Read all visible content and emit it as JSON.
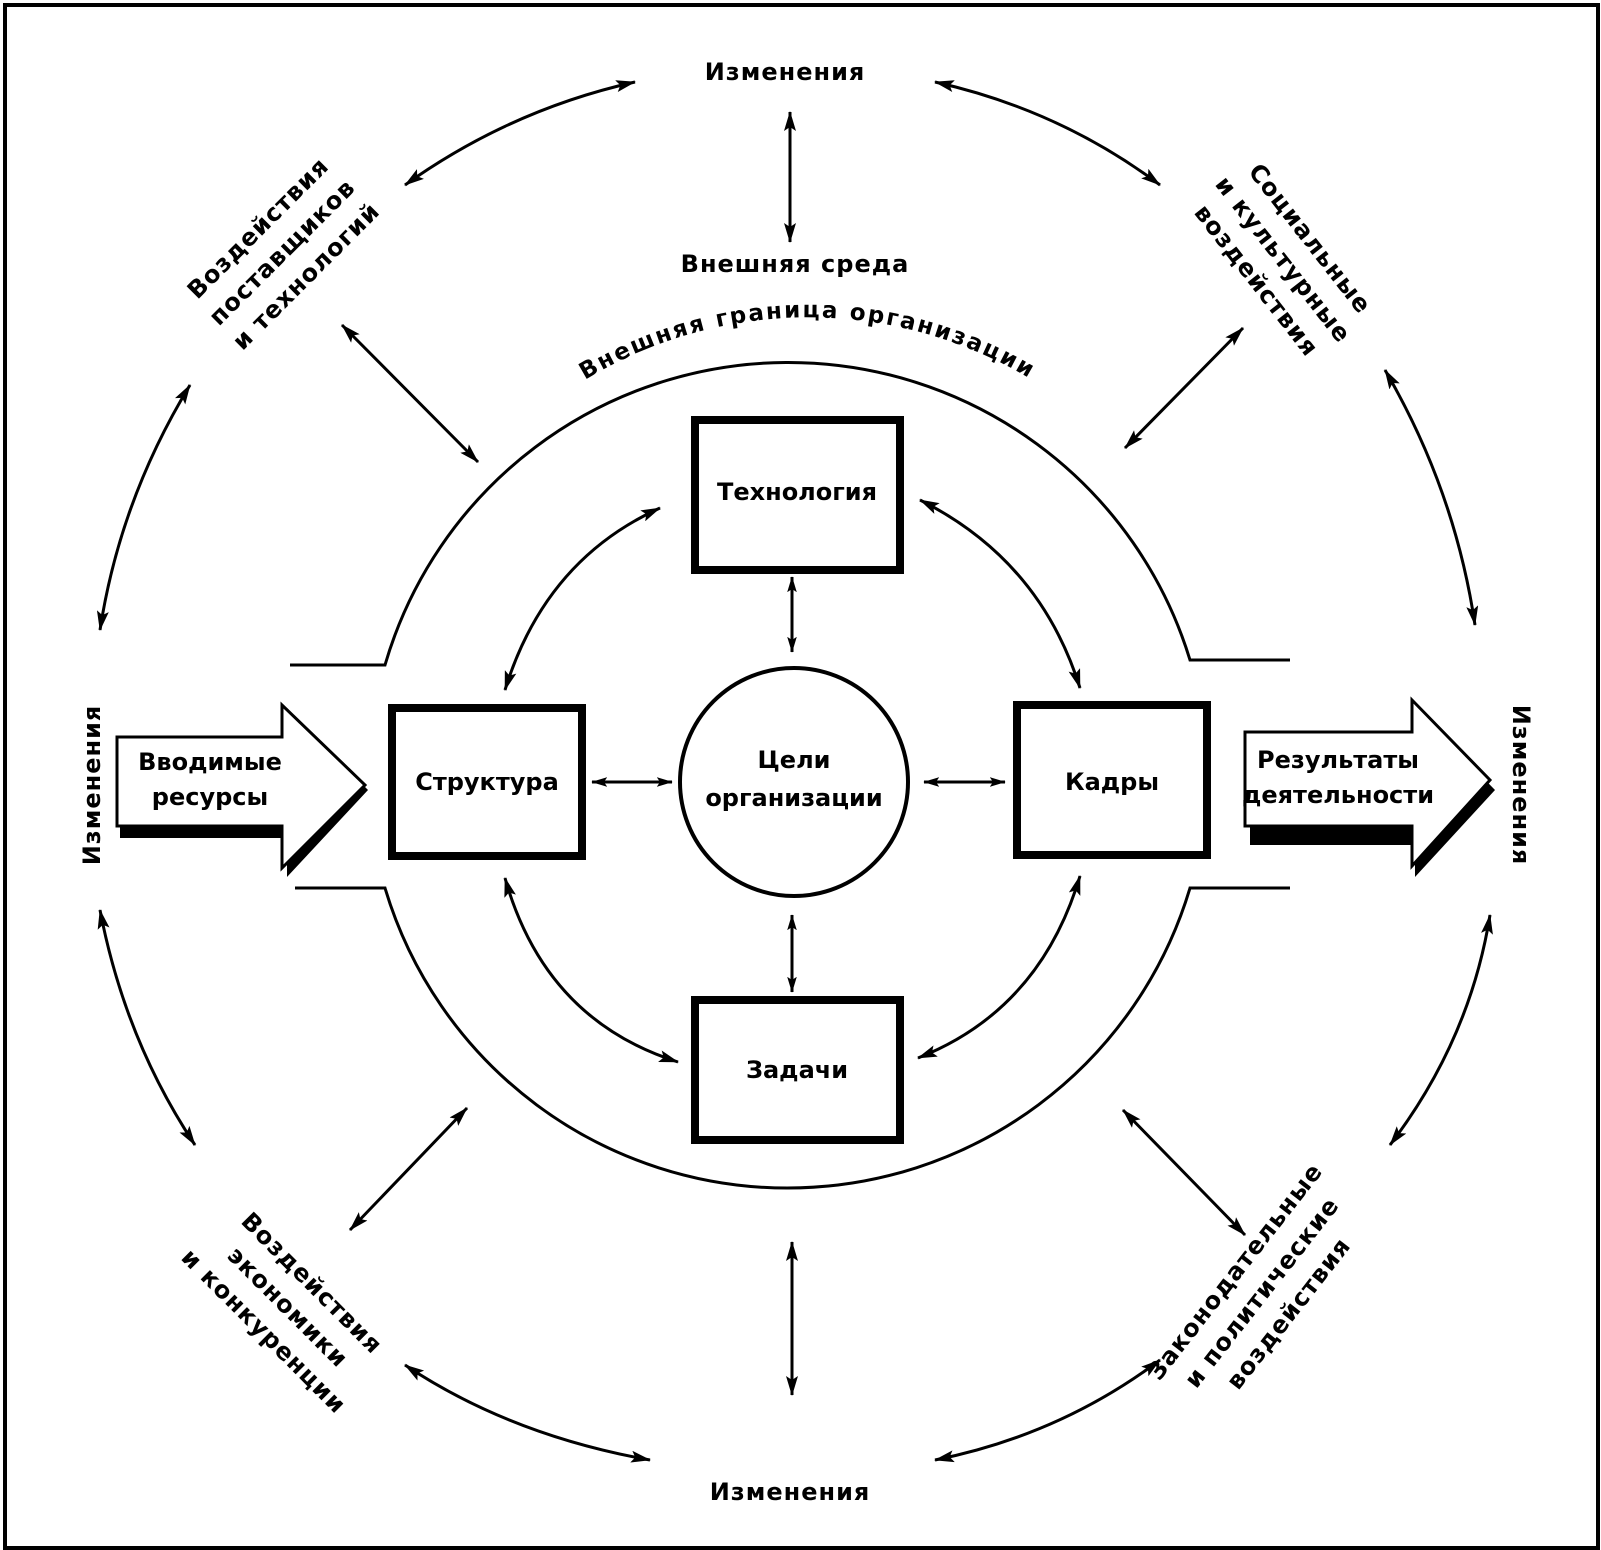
{
  "diagram": {
    "colors": {
      "ink": "#000000",
      "paper": "#ffffff"
    },
    "external": {
      "changes_top": "Изменения",
      "changes_bottom": "Изменения",
      "changes_left": "Изменения",
      "changes_right": "Изменения",
      "environment": "Внешняя среда",
      "boundary": "Внешняя граница организации",
      "influences": {
        "top_left": [
          "Воздействия",
          "поставщиков",
          "и технологий"
        ],
        "top_right": [
          "Социальные",
          "и культурные",
          "воздействия"
        ],
        "bottom_left": [
          "Воздействия",
          "экономики",
          "и конкуренции"
        ],
        "bottom_right": [
          "Законодательные",
          "и политические",
          "воздействия"
        ]
      }
    },
    "internal": {
      "technology": "Технология",
      "structure": "Структура",
      "people": "Кадры",
      "tasks": "Задачи",
      "goals": [
        "Цели",
        "организации"
      ]
    },
    "flows": {
      "inputs": [
        "Вводимые",
        "ресурсы"
      ],
      "outputs": [
        "Результаты",
        "деятельности"
      ]
    }
  }
}
